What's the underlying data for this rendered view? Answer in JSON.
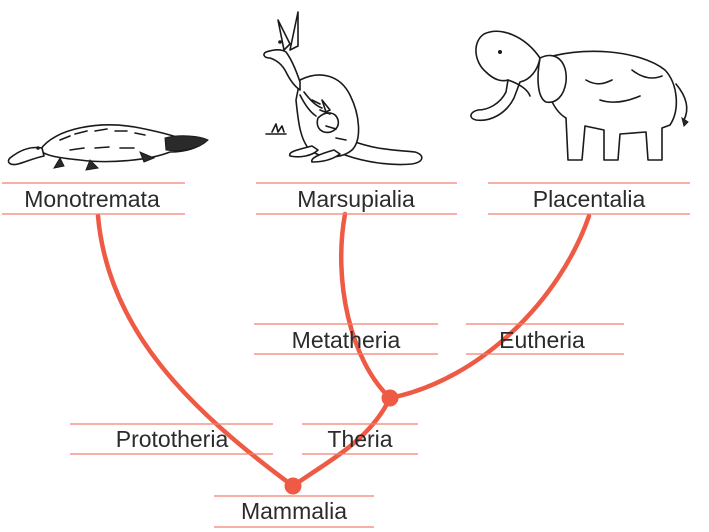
{
  "taxa": {
    "monotremata": "Monotremata",
    "marsupialia": "Marsupialia",
    "placentalia": "Placentalia",
    "metatheria": "Metatheria",
    "eutheria": "Eutheria",
    "prototheria": "Prototheria",
    "theria": "Theria",
    "mammalia": "Mammalia"
  },
  "illustrations": {
    "platypus": "platypus-illustration",
    "kangaroo": "kangaroo-illustration",
    "elephant": "elephant-illustration"
  },
  "colors": {
    "branch": "#ef5a45",
    "rule": "#f08070",
    "text": "#2b2b2b"
  }
}
